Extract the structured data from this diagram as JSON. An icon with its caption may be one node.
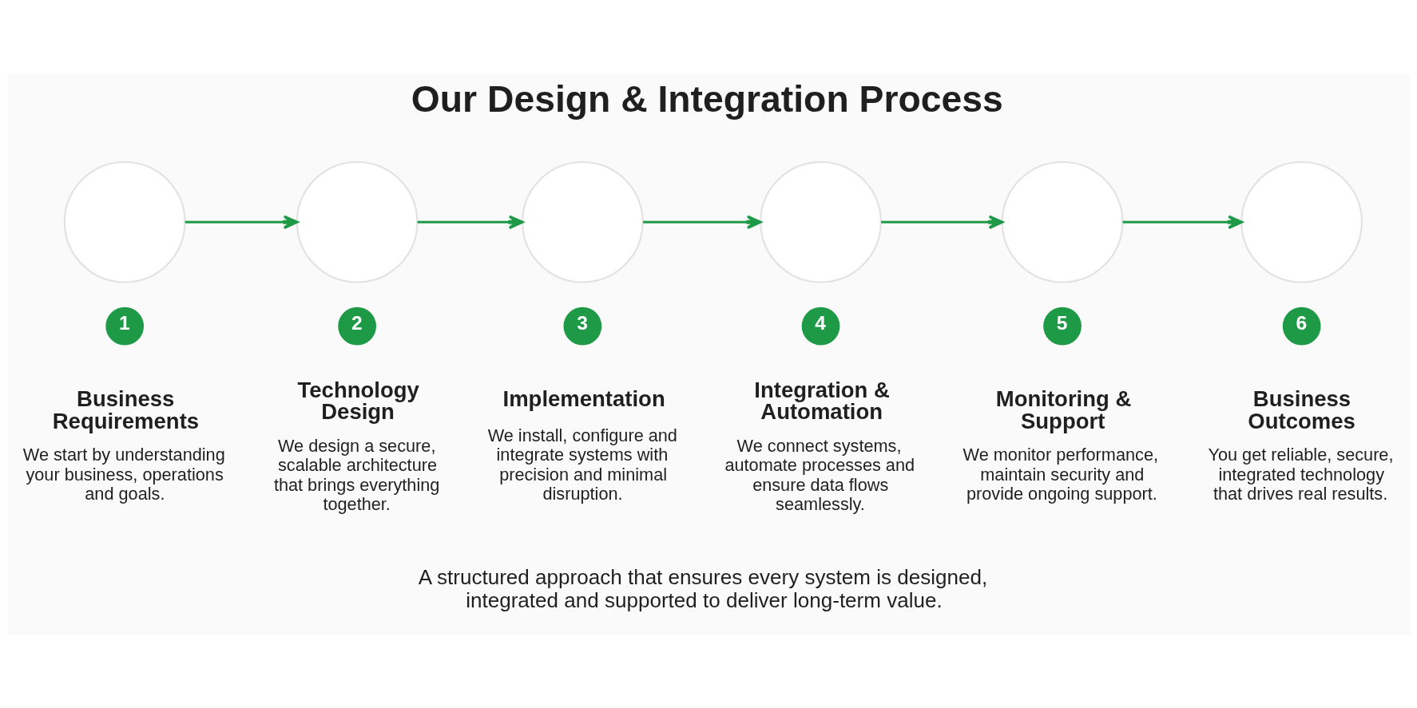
{
  "diagram": {
    "title": "Our Design & Integration Process",
    "caption": "A structured approach that ensures every system is designed, integrated and supported to deliver long-term value.",
    "nodes": [
      {
        "text": [],
        "shape": "circle",
        "beside": [
          "1",
          "Business Requirements",
          "We start by understanding your business, operations and goals."
        ]
      },
      {
        "text": [],
        "shape": "circle",
        "beside": [
          "2",
          "Technology Design",
          "We design a secure, scalable architecture that brings everything together."
        ]
      },
      {
        "text": [],
        "shape": "circle",
        "beside": [
          "3",
          "Implementation",
          "We install, configure and integrate systems with precision and minimal disruption."
        ]
      },
      {
        "text": [],
        "shape": "circle",
        "beside": [
          "4",
          "Integration & Automation",
          "We connect systems, automate processes and ensure data flows seamlessly."
        ]
      },
      {
        "text": [],
        "shape": "circle",
        "beside": [
          "5",
          "Monitoring & Support",
          "We monitor performance, maintain security and provide ongoing support."
        ]
      },
      {
        "text": [],
        "shape": "circle",
        "beside": [
          "6",
          "Business Outcomes",
          "You get reliable, secure, integrated technology that drives real results."
        ]
      }
    ],
    "edges": [
      {
        "from": 0,
        "to": 1,
        "arrow": "to"
      },
      {
        "from": 1,
        "to": 2,
        "arrow": "to"
      },
      {
        "from": 2,
        "to": 3,
        "arrow": "to"
      },
      {
        "from": 3,
        "to": 4,
        "arrow": "to"
      },
      {
        "from": 4,
        "to": 5,
        "arrow": "to"
      }
    ]
  }
}
